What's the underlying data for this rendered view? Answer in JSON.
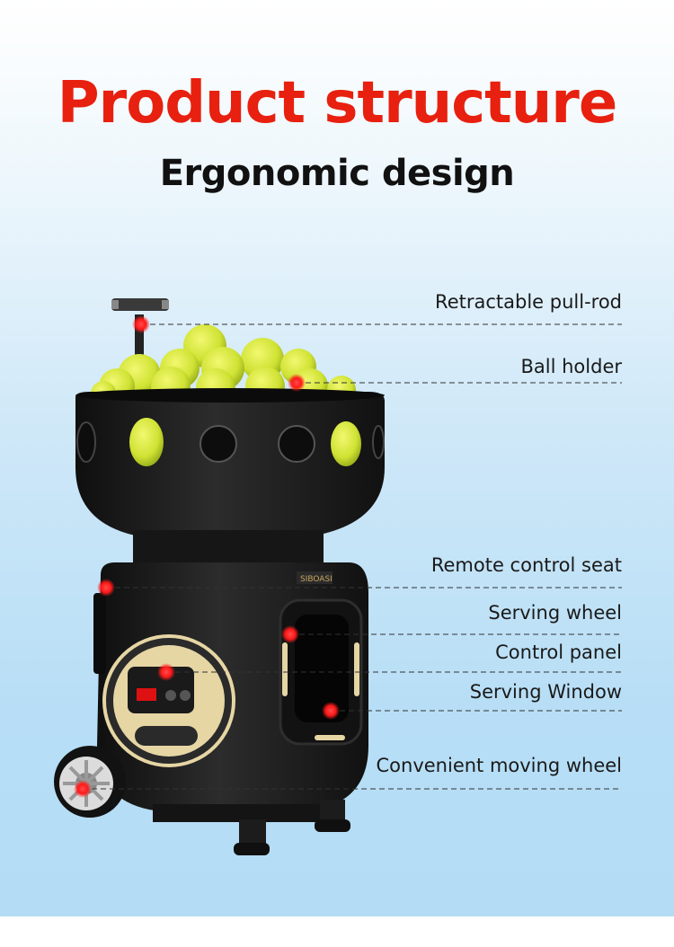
{
  "header": {
    "title": "Product structure",
    "subtitle": "Ergonomic design"
  },
  "callouts": [
    {
      "label": "Retractable pull-rod"
    },
    {
      "label": "Ball holder"
    },
    {
      "label": "Remote control seat"
    },
    {
      "label": "Serving wheel"
    },
    {
      "label": "Control panel"
    },
    {
      "label": "Serving Window"
    },
    {
      "label": "Convenient moving wheel"
    }
  ],
  "colors": {
    "title": "#e8200f",
    "marker": "#ff1a1a",
    "machine_body": "#1b1b1b",
    "ball": "#d7ea3a",
    "panel_gold": "#e6d6a4"
  }
}
